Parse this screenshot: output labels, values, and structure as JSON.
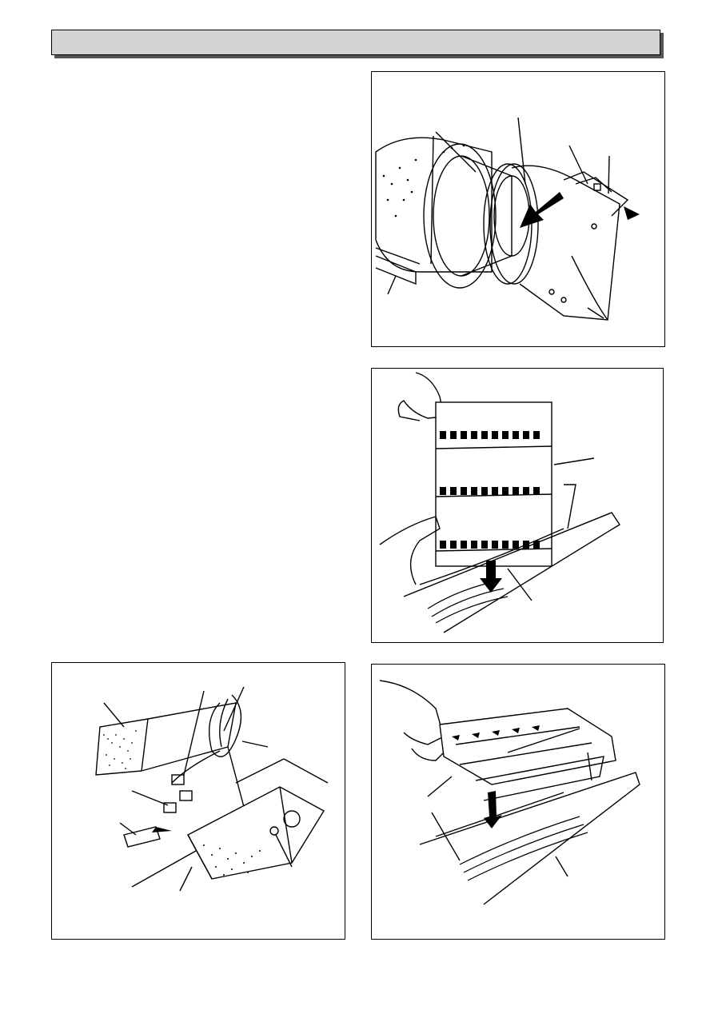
{
  "header": {
    "title": ""
  },
  "figures": [
    {
      "id": "fig-top-right",
      "caption": ""
    },
    {
      "id": "fig-middle-right",
      "caption": ""
    },
    {
      "id": "fig-bottom-left",
      "caption": ""
    },
    {
      "id": "fig-bottom-right",
      "caption": ""
    }
  ]
}
